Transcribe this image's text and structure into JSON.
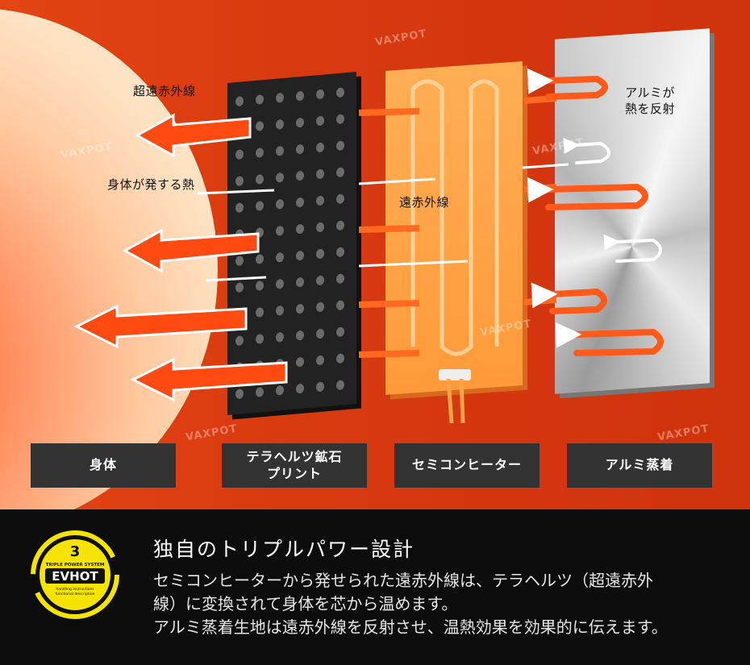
{
  "labels": {
    "far_infrared": "超遠赤外線",
    "body_heat": "身体が発する熱",
    "infrared": "遠赤外線",
    "aluminum_reflect": "アルミが\n熱を反射"
  },
  "watermark": "VAXPOT",
  "tags": [
    "身体",
    "テラヘルツ鉱石\nプリント",
    "セミコンヒーター",
    "アルミ蒸着"
  ],
  "logo": {
    "number": "3",
    "system": "TRIPLE POWER SYSTEM",
    "brand": "EVHOT",
    "line1": "handling instructions",
    "line2": "functional description"
  },
  "footer": {
    "title": "独自のトリプルパワー設計",
    "body_line1": "セミコンヒーターから発せられた遠赤外線は、テラヘルツ（超遠赤外",
    "body_line2": "線）に変換されて身体を芯から温めます。",
    "body_line3": "アルミ蒸着生地は遠赤外線を反射させ、温熱効果を効果的に伝えます。"
  },
  "colors": {
    "background_red": "#d83a10",
    "arrow_orange": "#ff5a1a",
    "logo_yellow": "#f5e400"
  }
}
